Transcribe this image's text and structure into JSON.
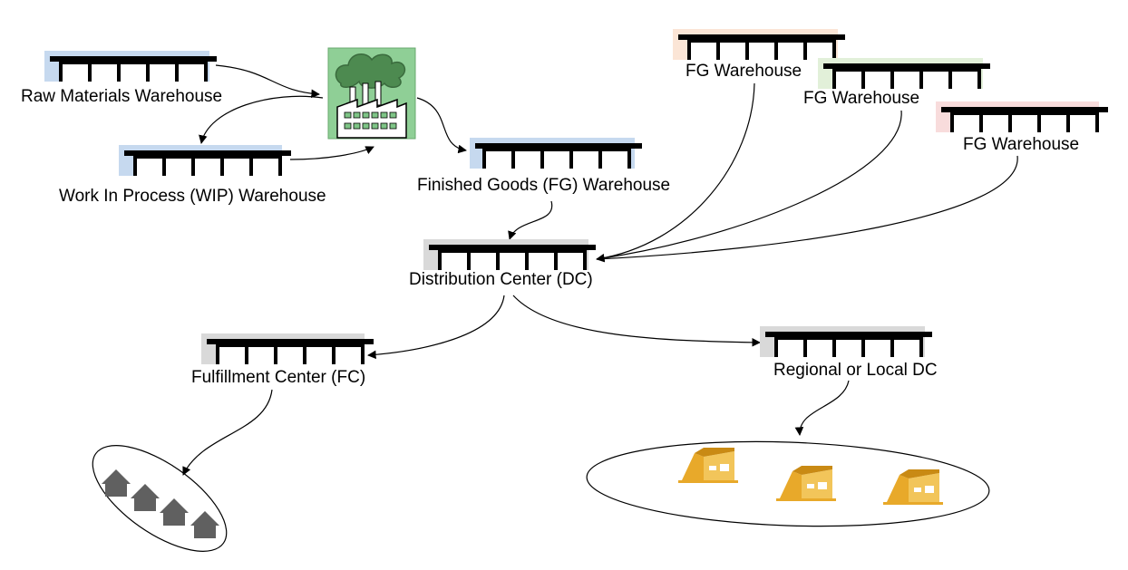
{
  "colors": {
    "tint_blue": "#c6d9ef",
    "tint_gray": "#d9d9d9",
    "tint_peach": "#fbe5d6",
    "tint_green": "#e2f0d9",
    "tint_pink": "#f8dcdc",
    "factory_green": "#8fcf96",
    "house_gray": "#606060",
    "store_gold": "#e8a92a"
  },
  "labels": {
    "raw": "Raw Materials  Warehouse",
    "wip": "Work In Process (WIP) Warehouse",
    "fg": "Finished Goods (FG) Warehouse",
    "fg1": "FG Warehouse",
    "fg2": "FG Warehouse",
    "fg3": "FG Warehouse",
    "dc": "Distribution Center (DC)",
    "fc": "Fulfillment Center (FC)",
    "regional": "Regional or Local DC"
  },
  "icons": {
    "factory": "factory-icon",
    "warehouse": "warehouse-icon",
    "house": "house-icon",
    "store": "store-icon"
  }
}
